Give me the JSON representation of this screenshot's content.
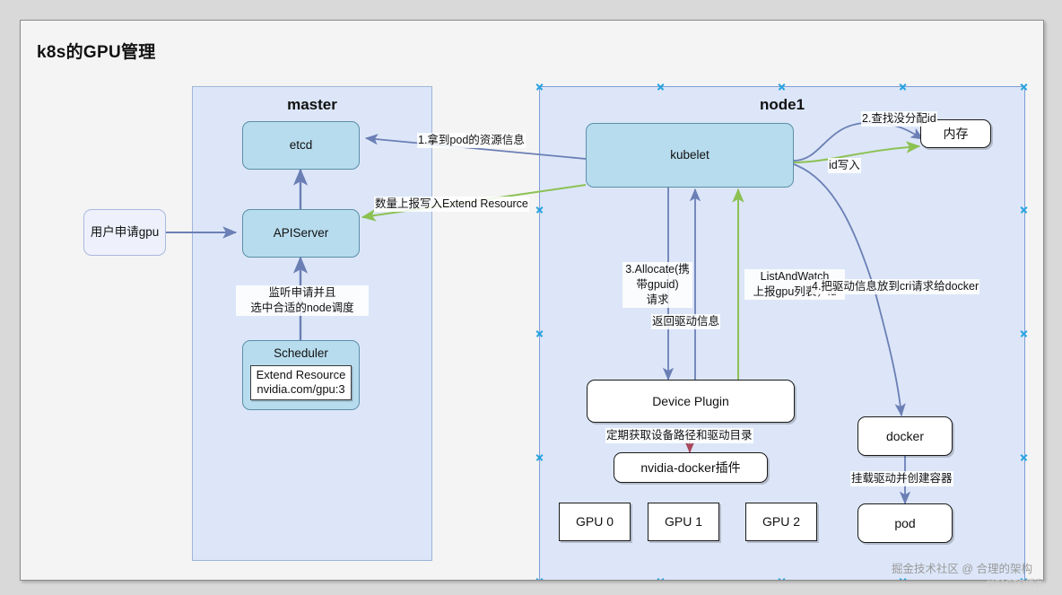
{
  "page": {
    "title": "k8s的GPU管理",
    "watermark": "掘金技术社区 @ 合理的架构",
    "watermark_secondary": "@51CTO博客"
  },
  "colors": {
    "panel_fill": "#dce6f8",
    "panel_border": "#9db4d8",
    "node_blue_fill": "#b7dcee",
    "node_blue_border": "#5b8fa8",
    "node_lavender_fill": "#eef1fb",
    "arrow_blue": "#6b7fb5",
    "arrow_green": "#8cc152",
    "arrow_red": "#a8475c",
    "selection_handle": "#29a3e0",
    "canvas_bg": "#f4f4f4",
    "outer_bg": "#d9d9d9"
  },
  "groups": [
    {
      "name": "master",
      "label": "master"
    },
    {
      "name": "node1",
      "label": "node1",
      "selected": true
    }
  ],
  "nodes": [
    {
      "name": "user-request-gpu",
      "label": "用户申请gpu",
      "style": "lavender"
    },
    {
      "name": "etcd",
      "label": "etcd",
      "style": "blue"
    },
    {
      "name": "apiserver",
      "label": "APIServer",
      "style": "blue"
    },
    {
      "name": "scheduler",
      "label": "Scheduler",
      "style": "blue",
      "inner": [
        "Extend Resource",
        "nvidia.com/gpu:3"
      ]
    },
    {
      "name": "kubelet",
      "label": "kubelet",
      "style": "blue"
    },
    {
      "name": "memory",
      "label": "内存",
      "style": "white-rounded"
    },
    {
      "name": "device-plugin",
      "label": "Device Plugin",
      "style": "white-rounded"
    },
    {
      "name": "nvidia-docker-plugin",
      "label": "nvidia-docker插件",
      "style": "white-rounded"
    },
    {
      "name": "docker",
      "label": "docker",
      "style": "white-rounded"
    },
    {
      "name": "pod",
      "label": "pod",
      "style": "white-rounded"
    },
    {
      "name": "gpu-0",
      "label": "GPU 0",
      "style": "white-square"
    },
    {
      "name": "gpu-1",
      "label": "GPU 1",
      "style": "white-square"
    },
    {
      "name": "gpu-2",
      "label": "GPU 2",
      "style": "white-square"
    }
  ],
  "edge_labels": {
    "kubelet_to_etcd": "1.拿到pod的资源信息",
    "kubelet_to_apiserver": "数量上报写入Extend Resource",
    "scheduler_to_apiserver_l1": "监听申请并且",
    "scheduler_to_apiserver_l2": "选中合适的node调度",
    "kubelet_find_id": "2.查找没分配id",
    "kubelet_write_id": "id写入",
    "allocate_l1": "3.Allocate(携",
    "allocate_l2": "带gpuid)",
    "allocate_l3": "请求",
    "return_driver_info": "返回驱动信息",
    "listandwatch_l1": "ListAndWatch",
    "listandwatch_l2": "上报gpu列表，id",
    "cri_to_docker": "4.把驱动信息放到cri请求给docker",
    "periodic_fetch": "定期获取设备路径和驱动目录",
    "mount_driver": "挂载驱动并创建容器"
  }
}
